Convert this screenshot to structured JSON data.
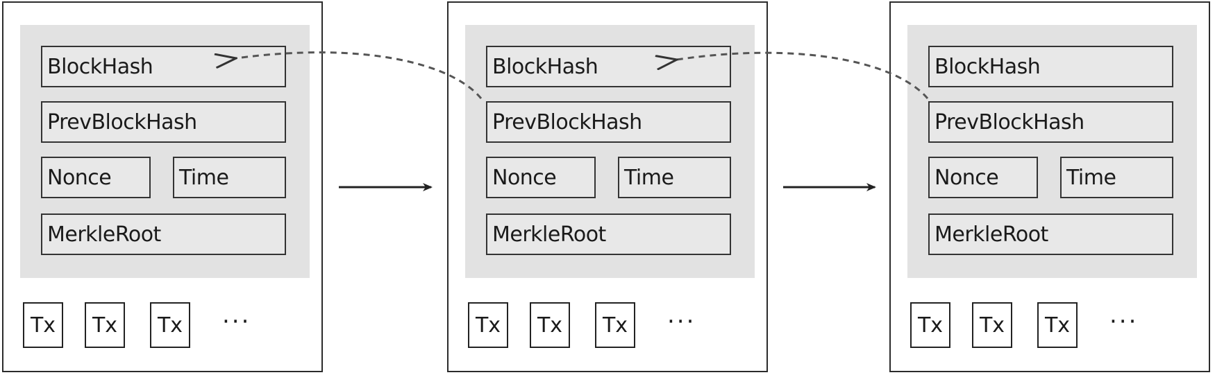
{
  "blocks": [
    {
      "fields": {
        "block_hash": "BlockHash",
        "prev_block_hash": "PrevBlockHash",
        "nonce": "Nonce",
        "time": "Time",
        "merkle_root": "MerkleRoot"
      },
      "transactions": [
        "Tx",
        "Tx",
        "Tx"
      ],
      "more": "···"
    },
    {
      "fields": {
        "block_hash": "BlockHash",
        "prev_block_hash": "PrevBlockHash",
        "nonce": "Nonce",
        "time": "Time",
        "merkle_root": "MerkleRoot"
      },
      "transactions": [
        "Tx",
        "Tx",
        "Tx"
      ],
      "more": "···"
    },
    {
      "fields": {
        "block_hash": "BlockHash",
        "prev_block_hash": "PrevBlockHash",
        "nonce": "Nonce",
        "time": "Time",
        "merkle_root": "MerkleRoot"
      },
      "transactions": [
        "Tx",
        "Tx",
        "Tx"
      ],
      "more": "···"
    }
  ]
}
